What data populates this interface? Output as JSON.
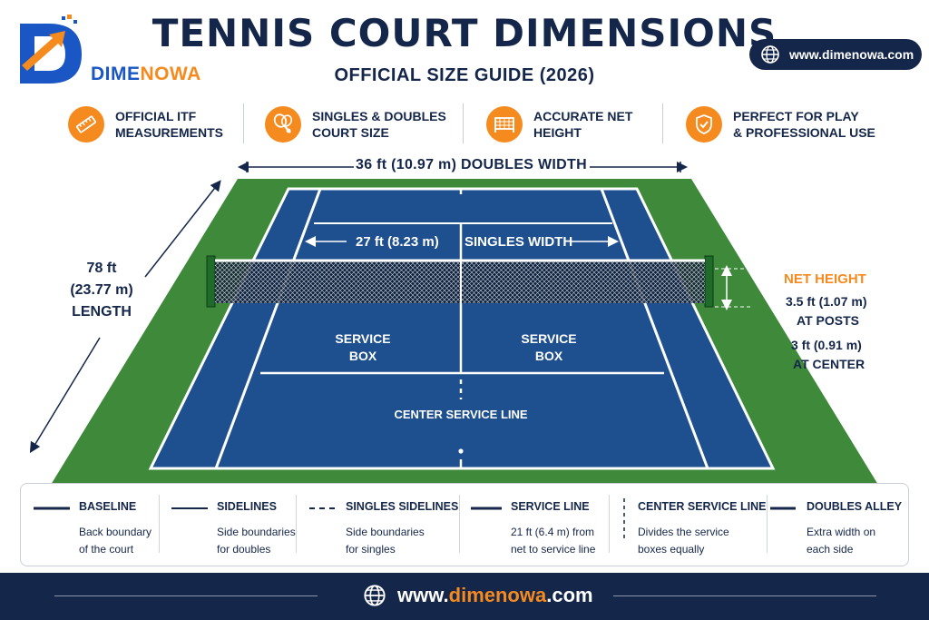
{
  "brand": {
    "name_part1": "DIME",
    "name_part2": "NOWA"
  },
  "header": {
    "title": "TENNIS COURT DIMENSIONS",
    "subtitle": "OFFICIAL SIZE GUIDE (2026)",
    "website": "www.dimenowa.com"
  },
  "features": [
    {
      "label": "OFFICIAL ITF\nMEASUREMENTS",
      "icon": "ruler-icon"
    },
    {
      "label": "SINGLES & DOUBLES\nCOURT SIZE",
      "icon": "tennis-racket-icon"
    },
    {
      "label": "ACCURATE NET\nHEIGHT",
      "icon": "net-icon"
    },
    {
      "label": "PERFECT FOR PLAY\n& PROFESSIONAL USE",
      "icon": "shield-check-icon"
    }
  ],
  "court": {
    "doubles_width": "36 ft (10.97 m) DOUBLES WIDTH",
    "singles_width_value": "27 ft (8.23 m)",
    "singles_width_label": "SINGLES WIDTH",
    "length_ft": "78 ft",
    "length_m": "(23.77 m)",
    "length_label": "LENGTH",
    "service_box": "SERVICE\nBOX",
    "center_service_line": "CENTER SERVICE LINE",
    "net_height_title": "NET HEIGHT",
    "net_posts_value": "3.5 ft (1.07 m)",
    "net_posts_label": "AT POSTS",
    "net_center_value": "3 ft (0.91 m)",
    "net_center_label": "AT CENTER",
    "colors": {
      "court": "#1e4f8f",
      "surround": "#3e8a3a",
      "lines": "#ffffff",
      "accent": "#f58a1f",
      "navy": "#14264a"
    }
  },
  "legend": [
    {
      "title": "BASELINE",
      "desc": "Back boundary\nof the court",
      "style": "solid-thick"
    },
    {
      "title": "SIDELINES",
      "desc": "Side boundaries\nfor doubles",
      "style": "solid"
    },
    {
      "title": "SINGLES SIDELINES",
      "desc": "Side boundaries\nfor singles",
      "style": "dashed"
    },
    {
      "title": "SERVICE LINE",
      "desc": "21 ft (6.4 m) from\nnet to service line",
      "style": "solid"
    },
    {
      "title": "CENTER SERVICE LINE",
      "desc": "Divides the service\nboxes equally",
      "style": "dashed-vertical"
    },
    {
      "title": "DOUBLES ALLEY",
      "desc": "Extra width on\neach side",
      "style": "solid-thick"
    }
  ],
  "footer": {
    "url_prefix": "www.",
    "url_brand": "dimenowa",
    "url_suffix": ".com"
  }
}
